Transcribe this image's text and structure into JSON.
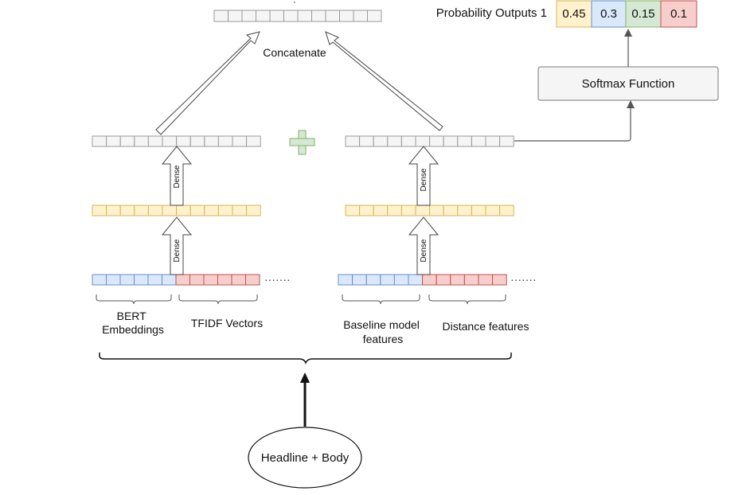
{
  "top_label": "Concatenate",
  "top_dot": "·",
  "output": {
    "label": "Probability Outputs 1",
    "values": [
      "0.45",
      "0.3",
      "0.15",
      "0.1"
    ],
    "colors": [
      "#fff2cc",
      "#dae8fc",
      "#d5e8d4",
      "#f8cecc"
    ],
    "strokes": [
      "#d6b656",
      "#6c8ebf",
      "#82b366",
      "#b85450"
    ]
  },
  "softmax": {
    "label": "Softmax Function"
  },
  "plus_color": "#d5e8d4",
  "left": {
    "dense_upper": "Dense",
    "dense_lower": "Dense",
    "group1": "BERT\nEmbeddings",
    "group2": "TFIDF Vectors",
    "ellipsis": "·······"
  },
  "right": {
    "dense_upper": "Dense",
    "dense_lower": "Dense",
    "group1": "Baseline model\nfeatures",
    "group2": "Distance features",
    "ellipsis": "·······"
  },
  "input": {
    "label": "Headline +  Body"
  }
}
